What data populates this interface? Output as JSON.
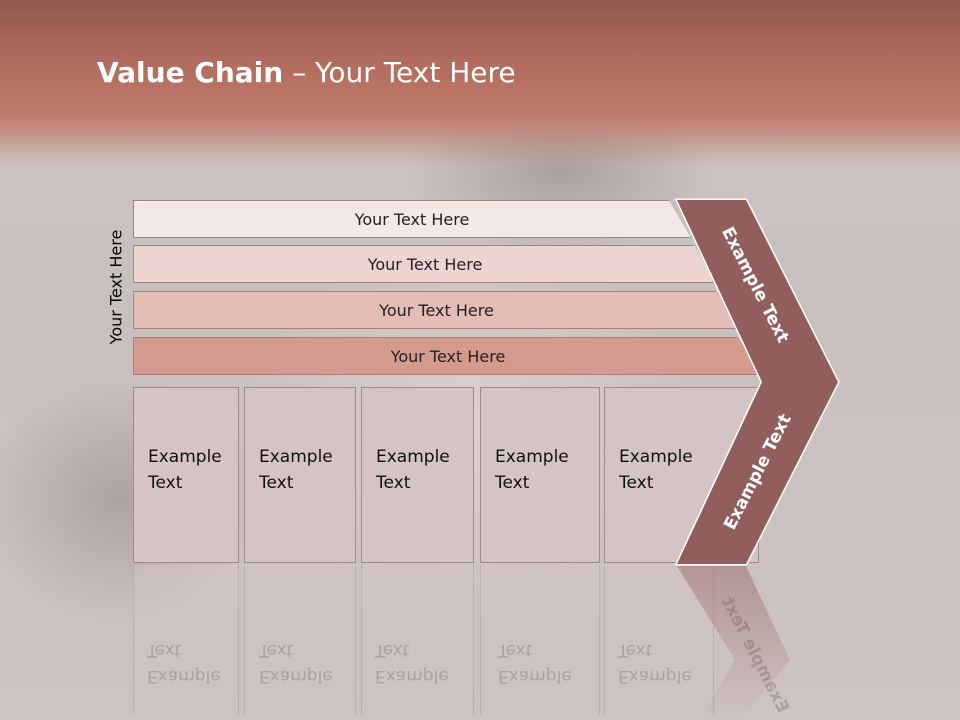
{
  "title": {
    "bold": "Value Chain",
    "rest": " – Your Text Here"
  },
  "side_label": "Your Text Here",
  "bars": [
    "Your Text Here",
    "Your Text Here",
    "Your Text Here",
    "Your Text Here"
  ],
  "boxes": [
    {
      "line1": "Example",
      "line2": "Text"
    },
    {
      "line1": "Example",
      "line2": "Text"
    },
    {
      "line1": "Example",
      "line2": "Text"
    },
    {
      "line1": "Example",
      "line2": "Text"
    },
    {
      "line1": "Example",
      "line2": "Text"
    }
  ],
  "chevron": {
    "upper_label": "Example Text",
    "lower_label": "Example Text"
  },
  "colors": {
    "header": "#b06b5d",
    "chevron": "#925e5d",
    "bar_fills": [
      "#f4e8e6",
      "#ecd4d0",
      "#e4bdb7",
      "#d49a8d"
    ],
    "box_fill": "#d4c4c6"
  }
}
